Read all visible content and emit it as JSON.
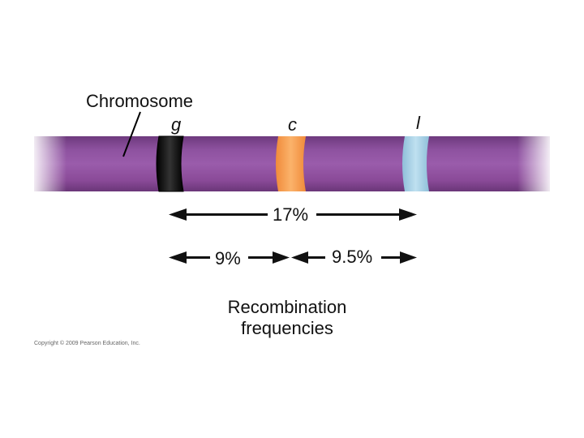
{
  "chromosome_label": "Chromosome",
  "genes": [
    {
      "name": "g",
      "band_color": "#121212"
    },
    {
      "name": "c",
      "band_color": "#f7a051"
    },
    {
      "name": "l",
      "band_color": "#a8d0e6"
    }
  ],
  "chromosome_color": "#8a4a98",
  "distances": {
    "g_to_l": "17%",
    "g_to_c": "9%",
    "c_to_l": "9.5%"
  },
  "footer_label_line1": "Recombination",
  "footer_label_line2": "frequencies",
  "copyright": "Copyright © 2009 Pearson Education, Inc."
}
